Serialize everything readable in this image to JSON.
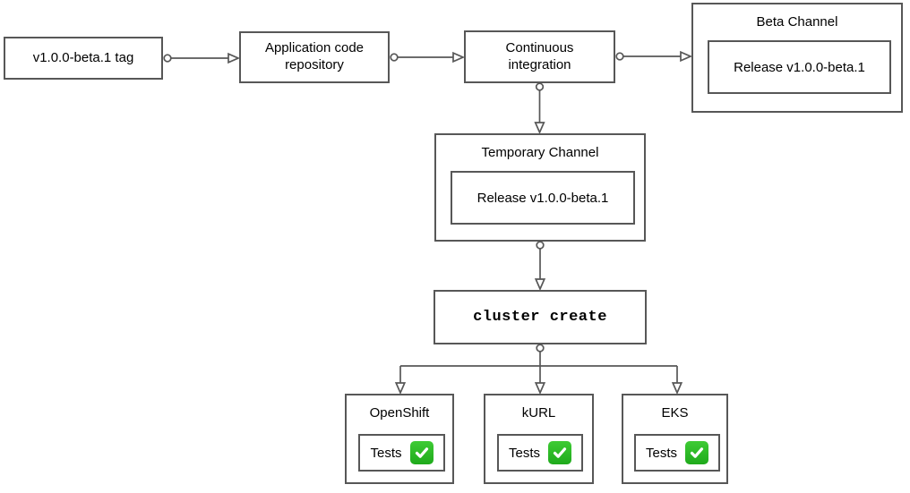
{
  "diagram": {
    "nodes": {
      "tag": {
        "label": "v1.0.0-beta.1 tag"
      },
      "repo": {
        "label": "Application code repository"
      },
      "ci": {
        "label": "Continuous integration"
      },
      "beta_channel": {
        "title": "Beta Channel",
        "release_label": "Release v1.0.0-beta.1"
      },
      "temporary_channel": {
        "title": "Temporary Channel",
        "release_label": "Release v1.0.0-beta.1"
      },
      "cluster_create": {
        "label": "cluster create"
      },
      "clusters": [
        {
          "title": "OpenShift",
          "tests_label": "Tests",
          "status_icon": "check-mark-button"
        },
        {
          "title": "kURL",
          "tests_label": "Tests",
          "status_icon": "check-mark-button"
        },
        {
          "title": "EKS",
          "tests_label": "Tests",
          "status_icon": "check-mark-button"
        }
      ]
    },
    "colors": {
      "border": "#575757",
      "connector": "#575757",
      "background": "#ffffff",
      "text": "#000000",
      "status_green": "#2dbd2d"
    }
  }
}
